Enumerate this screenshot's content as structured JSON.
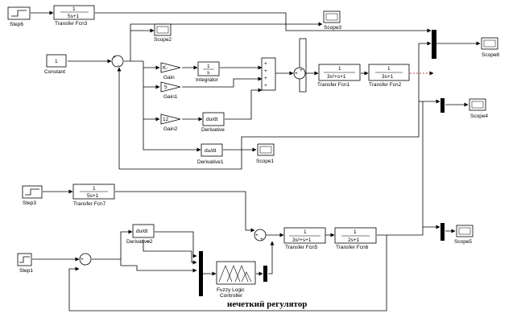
{
  "blocks": {
    "step6": "Step6",
    "step3": "Step3",
    "step1": "Step1",
    "constant": "Constant",
    "constant_value": "1",
    "tf3": "Transfer Fcn3",
    "tf3_num": "1",
    "tf3_den": "5s+1",
    "tf7": "Transfer Fcn7",
    "tf7_num": "1",
    "tf7_den": "5s+1",
    "tf1": "Transfer Fcn1",
    "tf1_num": "1",
    "tf1_den": "3s²+s+1",
    "tf2": "Transfer Fcn2",
    "tf2_num": "1",
    "tf2_den": "3s+1",
    "tf5": "Transfer Fcn5",
    "tf5_num": "1",
    "tf5_den": "3s²+s+1",
    "tf6": "Transfer Fcn6",
    "tf6_num": "1",
    "tf6_den": "2s+1",
    "gain": "Gain",
    "gain_value": "K-",
    "gain1": "Gain1",
    "gain1_value": "5",
    "gain2": "Gain2",
    "gain2_value": "12",
    "integrator": "Integrator",
    "integ_num": "1",
    "integ_den": "s",
    "derivative": "Derivative",
    "derivative1": "Derivative1",
    "derivative2": "Derivative2",
    "du_dt": "du/dt",
    "scope1": "Scope1",
    "scope2": "Scope2",
    "scope3": "Scope3",
    "scope4": "Scope4",
    "scope5": "Scope5",
    "scope8": "Scope8",
    "flc_line1": "Fuzzy Logic",
    "flc_line2": "Controller"
  },
  "caption": "нечеткий регулятор"
}
